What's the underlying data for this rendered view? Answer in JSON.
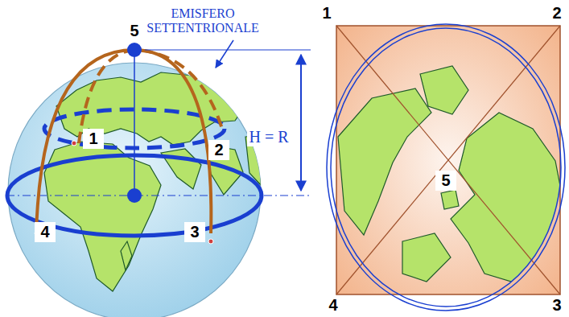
{
  "diagram": {
    "nodes": [
      {
        "text": [
          "1"
        ]
      },
      {
        "text": [
          "2"
        ]
      },
      {
        "text": [
          "4"
        ]
      },
      {
        "text": [
          "3"
        ]
      },
      {
        "text": [
          "5"
        ]
      }
    ],
    "labels": [
      "EMISFERO SETTENTRIONALE",
      "5",
      "H = R",
      "1",
      "2",
      "4",
      "3"
    ]
  }
}
